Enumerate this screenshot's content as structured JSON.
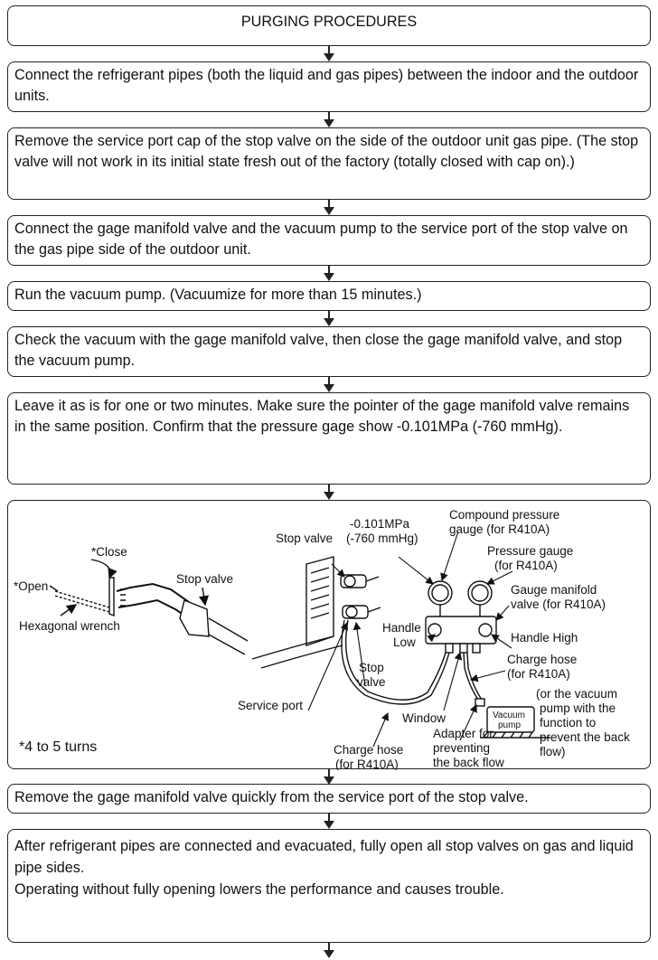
{
  "title": "PURGING PROCEDURES",
  "steps": [
    "Connect the refrigerant pipes (both the liquid and gas pipes) between the indoor and the outdoor units.",
    "Remove the service port cap of the stop valve on the side of the outdoor unit gas pipe. (The stop valve will not work in its initial state fresh out of the factory (totally closed with cap on).)",
    "Connect the gage manifold valve and the vacuum pump to the service port of the stop valve on the gas pipe side of the outdoor unit.",
    "Run the vacuum pump. (Vacuumize for more than 15 minutes.)",
    "Check the vacuum with the gage manifold valve, then close the gage manifold valve, and stop the vacuum pump.",
    "Leave it as is for one or two minutes. Make sure the pointer of the gage manifold valve remains in the same position. Confirm that the pressure gage show -0.101MPa (-760 mmHg).",
    "Remove the gage manifold valve quickly from the service port of the stop valve.",
    "After refrigerant pipes are connected and evacuated, fully open all stop valves on gas and liquid pipe sides.",
    "Operating without fully opening lowers the performance and causes trouble."
  ],
  "diagram": {
    "close": "*Close",
    "open": "*Open",
    "stop_valve_left": "Stop valve",
    "hex_wrench": "Hexagonal wrench",
    "turns": "*4 to 5 turns",
    "stop_valve_top": "Stop valve",
    "pressure_reading_1": "-0.101MPa",
    "pressure_reading_2": "(-760 mmHg)",
    "compound_gauge_1": "Compound pressure",
    "compound_gauge_2": "gauge (for R410A)",
    "pressure_gauge_1": "Pressure gauge",
    "pressure_gauge_2": "(for R410A)",
    "manifold_1": "Gauge manifold",
    "manifold_2": "valve (for R410A)",
    "handle_low_1": "Handle",
    "handle_low_2": "Low",
    "handle_high": "Handle High",
    "stop_valve_low_1": "Stop",
    "stop_valve_low_2": "valve",
    "service_port": "Service port",
    "charge_hose_r_1": "Charge hose",
    "charge_hose_r_2": "(for R410A)",
    "vacuum_1": "Vacuum",
    "vacuum_2": "pump",
    "vacuum_note_1": "(or the vacuum",
    "vacuum_note_2": "pump with the",
    "vacuum_note_3": "function to",
    "vacuum_note_4": "prevent the back",
    "vacuum_note_5": "flow)",
    "window": "Window",
    "charge_hose_b_1": "Charge hose",
    "charge_hose_b_2": "(for R410A)",
    "adapter_1": "Adapter for",
    "adapter_2": "preventing",
    "adapter_3": "the back flow"
  }
}
